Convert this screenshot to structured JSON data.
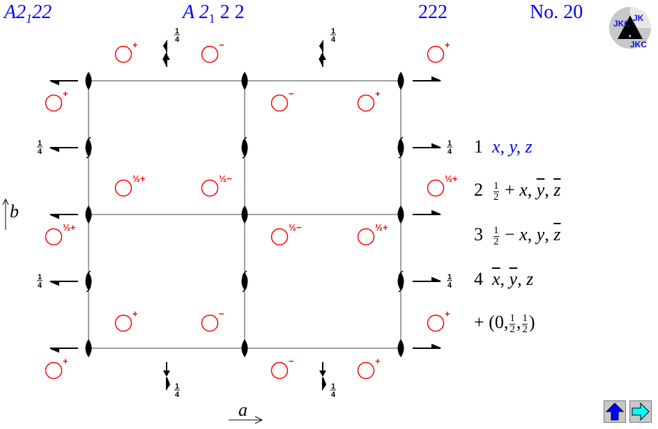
{
  "header": {
    "short_symbol": {
      "main": "A2",
      "sub": "1",
      "rest": "22"
    },
    "full_symbol": {
      "main": "A 2",
      "sub": "1",
      "rest": " 2 2"
    },
    "point_group": "222",
    "number": "No. 20"
  },
  "logo": {
    "text": "JKC"
  },
  "axes": {
    "a": "a",
    "b": "b"
  },
  "height_label": {
    "num": "1",
    "den": "4"
  },
  "circle_rows": [
    [
      "+",
      "−",
      "+"
    ],
    [
      "+",
      "−",
      "+"
    ],
    [
      "½+",
      "½−",
      "½+"
    ],
    [
      "½+",
      "½−",
      "½+"
    ],
    [
      "+",
      "−",
      "+"
    ],
    [
      "+",
      "−",
      "+"
    ]
  ],
  "positions": {
    "p1": {
      "num": "1",
      "text": "x, y, z"
    },
    "p2": {
      "num": "2",
      "frac": {
        "n": "1",
        "d": "2"
      },
      "op": " + ",
      "x": "x",
      "y": "y",
      "z": "z"
    },
    "p3": {
      "num": "3",
      "frac": {
        "n": "1",
        "d": "2"
      },
      "op": " − ",
      "x": "x",
      "y": "y",
      "z": "z"
    },
    "p4": {
      "num": "4",
      "x": "x",
      "y": "y",
      "z": "z"
    },
    "centering": {
      "prefix": "+ (0,",
      "n": "1",
      "d": "2",
      "suffix": ")"
    }
  },
  "colors": {
    "accent": "#0000ff",
    "symmetry": "#ff0000",
    "grid": "#808080"
  },
  "nav": {
    "up_icon": "up-arrow-icon",
    "next_icon": "right-arrow-icon"
  }
}
